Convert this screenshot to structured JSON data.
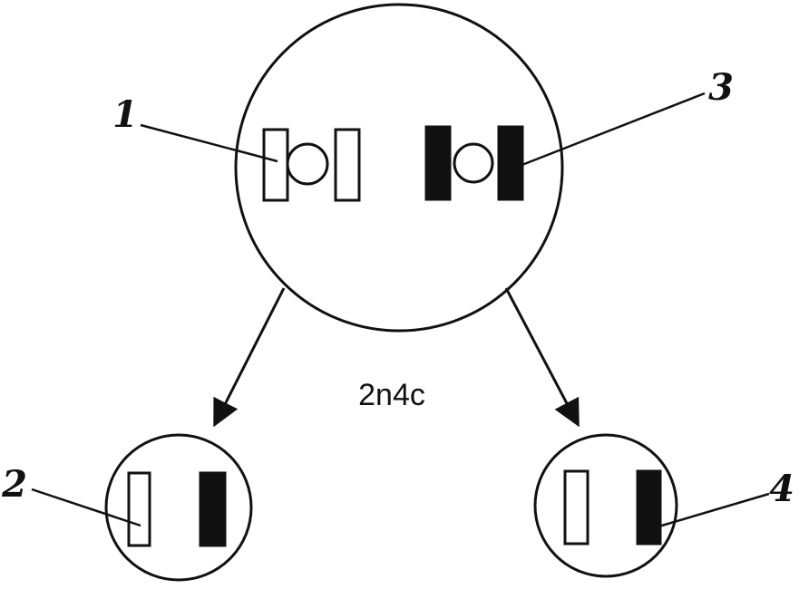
{
  "diagram": {
    "labels": {
      "label_1": "1",
      "label_2": "2",
      "label_3": "3",
      "label_4": "4",
      "formula": "2n4c"
    },
    "colors": {
      "stroke": "#111111",
      "fill_dark": "#111111",
      "fill_light": "#ffffff",
      "background": "#ffffff"
    }
  }
}
